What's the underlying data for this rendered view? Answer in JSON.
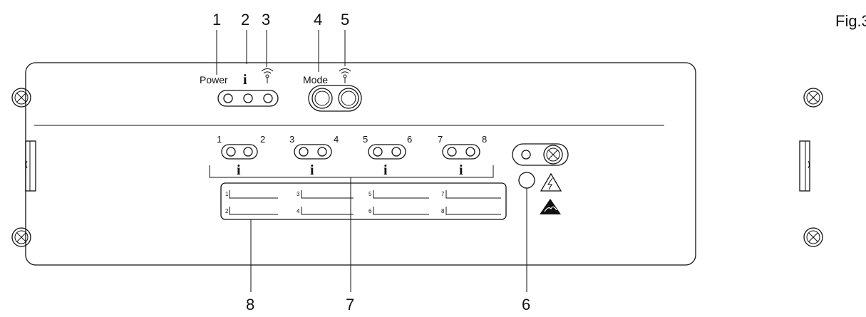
{
  "figure_label": "Fig.3",
  "callouts": {
    "c1": "1",
    "c2": "2",
    "c3": "3",
    "c4": "4",
    "c5": "5",
    "c6": "6",
    "c7": "7",
    "c8": "8"
  },
  "top_labels": {
    "power": "Power",
    "info": "i",
    "mode": "Mode"
  },
  "channel_groups": [
    {
      "left": "1",
      "right": "2",
      "info": "i"
    },
    {
      "left": "3",
      "right": "4",
      "info": "i"
    },
    {
      "left": "5",
      "right": "6",
      "info": "i"
    },
    {
      "left": "7",
      "right": "8",
      "info": "i"
    }
  ],
  "label_strip": {
    "row1": [
      "1",
      "3",
      "5",
      "7"
    ],
    "row2": [
      "2",
      "4",
      "6",
      "8"
    ]
  },
  "icons": {
    "wireless_1": "wireless-signal-icon",
    "wireless_2": "wireless-signal-icon",
    "high_voltage": "high-voltage-warning-icon",
    "esd": "esd-warning-icon",
    "screws": "cross-screw-icon"
  }
}
